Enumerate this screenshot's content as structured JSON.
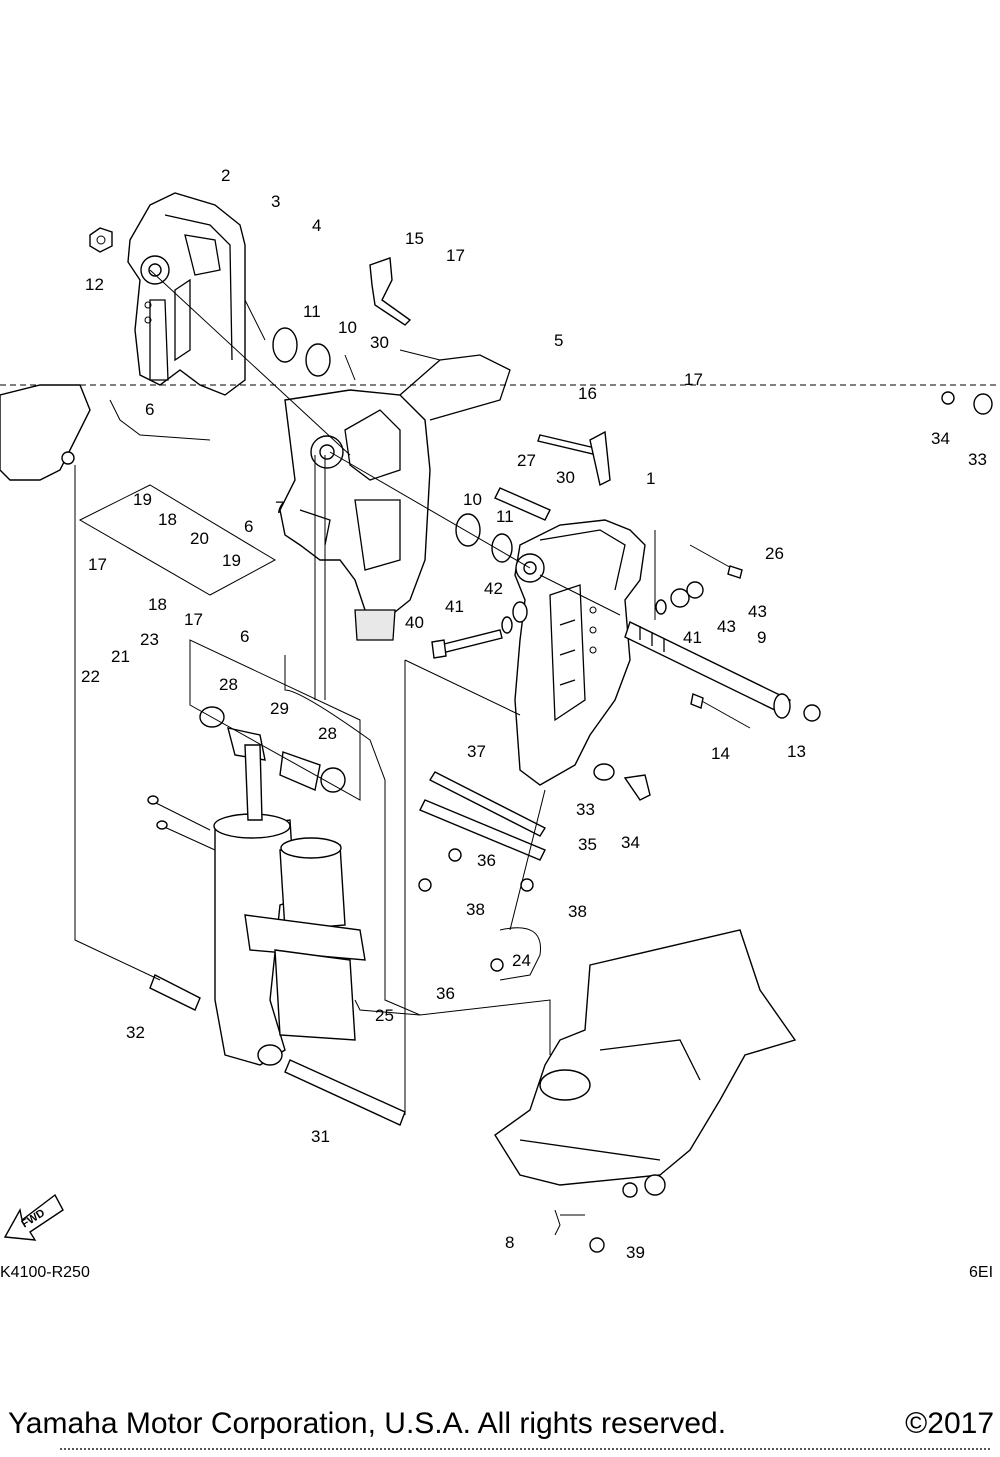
{
  "diagram": {
    "ref_code_left": "K4100-R250",
    "ref_code_right": "6EI",
    "fwd_label": "FWD",
    "callouts": [
      {
        "id": "c1",
        "text": "1"
      },
      {
        "id": "c2",
        "text": "2"
      },
      {
        "id": "c3",
        "text": "3"
      },
      {
        "id": "c4",
        "text": "4"
      },
      {
        "id": "c5",
        "text": "5"
      },
      {
        "id": "c6a",
        "text": "6"
      },
      {
        "id": "c6b",
        "text": "6"
      },
      {
        "id": "c6c",
        "text": "6"
      },
      {
        "id": "c7",
        "text": "7"
      },
      {
        "id": "c8",
        "text": "8"
      },
      {
        "id": "c9",
        "text": "9"
      },
      {
        "id": "c10a",
        "text": "10"
      },
      {
        "id": "c10b",
        "text": "10"
      },
      {
        "id": "c11a",
        "text": "11"
      },
      {
        "id": "c11b",
        "text": "11"
      },
      {
        "id": "c12",
        "text": "12"
      },
      {
        "id": "c13",
        "text": "13"
      },
      {
        "id": "c14",
        "text": "14"
      },
      {
        "id": "c15",
        "text": "15"
      },
      {
        "id": "c16",
        "text": "16"
      },
      {
        "id": "c17a",
        "text": "17"
      },
      {
        "id": "c17b",
        "text": "17"
      },
      {
        "id": "c17c",
        "text": "17"
      },
      {
        "id": "c17d",
        "text": "17"
      },
      {
        "id": "c18a",
        "text": "18"
      },
      {
        "id": "c18b",
        "text": "18"
      },
      {
        "id": "c19a",
        "text": "19"
      },
      {
        "id": "c19b",
        "text": "19"
      },
      {
        "id": "c20",
        "text": "20"
      },
      {
        "id": "c21",
        "text": "21"
      },
      {
        "id": "c22",
        "text": "22"
      },
      {
        "id": "c23",
        "text": "23"
      },
      {
        "id": "c24",
        "text": "24"
      },
      {
        "id": "c25",
        "text": "25"
      },
      {
        "id": "c26",
        "text": "26"
      },
      {
        "id": "c27",
        "text": "27"
      },
      {
        "id": "c28a",
        "text": "28"
      },
      {
        "id": "c28b",
        "text": "28"
      },
      {
        "id": "c29",
        "text": "29"
      },
      {
        "id": "c30a",
        "text": "30"
      },
      {
        "id": "c30b",
        "text": "30"
      },
      {
        "id": "c31",
        "text": "31"
      },
      {
        "id": "c32",
        "text": "32"
      },
      {
        "id": "c33a",
        "text": "33"
      },
      {
        "id": "c33b",
        "text": "33"
      },
      {
        "id": "c34a",
        "text": "34"
      },
      {
        "id": "c34b",
        "text": "34"
      },
      {
        "id": "c35",
        "text": "35"
      },
      {
        "id": "c36a",
        "text": "36"
      },
      {
        "id": "c36b",
        "text": "36"
      },
      {
        "id": "c37",
        "text": "37"
      },
      {
        "id": "c38a",
        "text": "38"
      },
      {
        "id": "c38b",
        "text": "38"
      },
      {
        "id": "c39",
        "text": "39"
      },
      {
        "id": "c40",
        "text": "40"
      },
      {
        "id": "c41a",
        "text": "41"
      },
      {
        "id": "c41b",
        "text": "41"
      },
      {
        "id": "c42",
        "text": "42"
      },
      {
        "id": "c43a",
        "text": "43"
      },
      {
        "id": "c43b",
        "text": "43"
      }
    ]
  },
  "footer": {
    "copyright": "Yamaha Motor Corporation, U.S.A. All rights reserved.",
    "year": "©2017"
  }
}
